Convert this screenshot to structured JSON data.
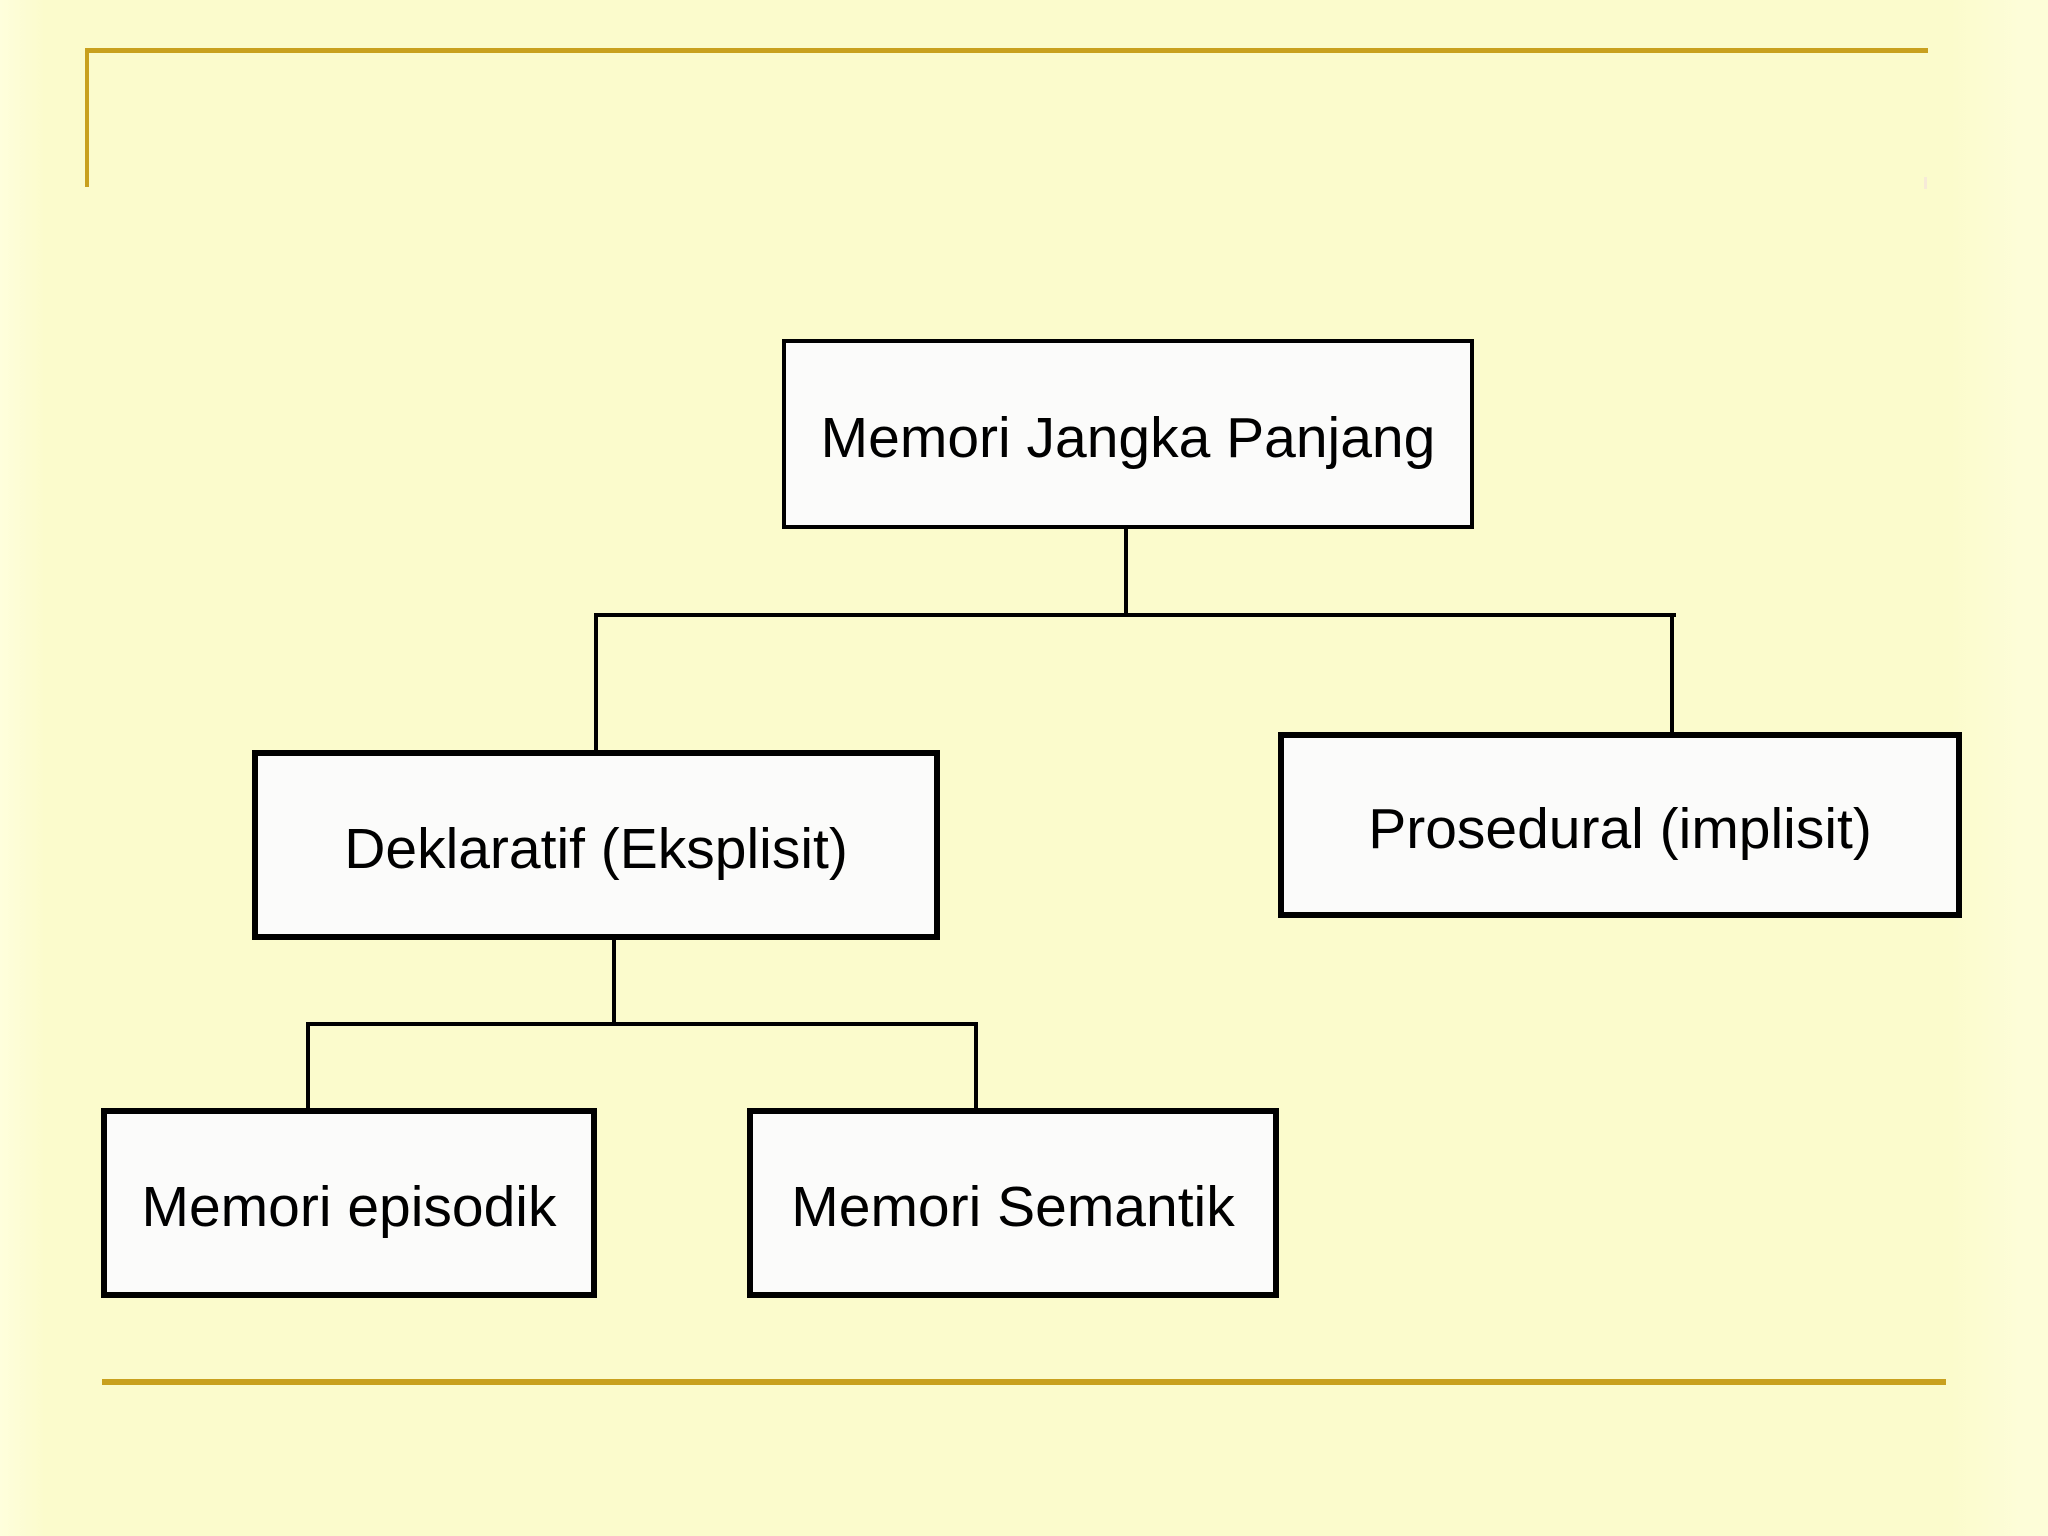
{
  "theme": {
    "background_color": "#FBFBCC",
    "accent_line_color": "#C8A01E",
    "box_fill_color": "#FBFBFA",
    "box_border_color": "#000000",
    "connector_color": "#000000",
    "text_color": "#000000"
  },
  "diagram": {
    "type": "hierarchy",
    "nodes": {
      "root": {
        "label": "Memori Jangka Panjang",
        "children": [
          "declarative",
          "procedural"
        ]
      },
      "declarative": {
        "label": "Deklaratif (Eksplisit)",
        "children": [
          "episodic",
          "semantic"
        ]
      },
      "procedural": {
        "label": "Prosedural (implisit)",
        "children": []
      },
      "episodic": {
        "label": "Memori episodik",
        "children": []
      },
      "semantic": {
        "label": "Memori Semantik",
        "children": []
      }
    }
  }
}
